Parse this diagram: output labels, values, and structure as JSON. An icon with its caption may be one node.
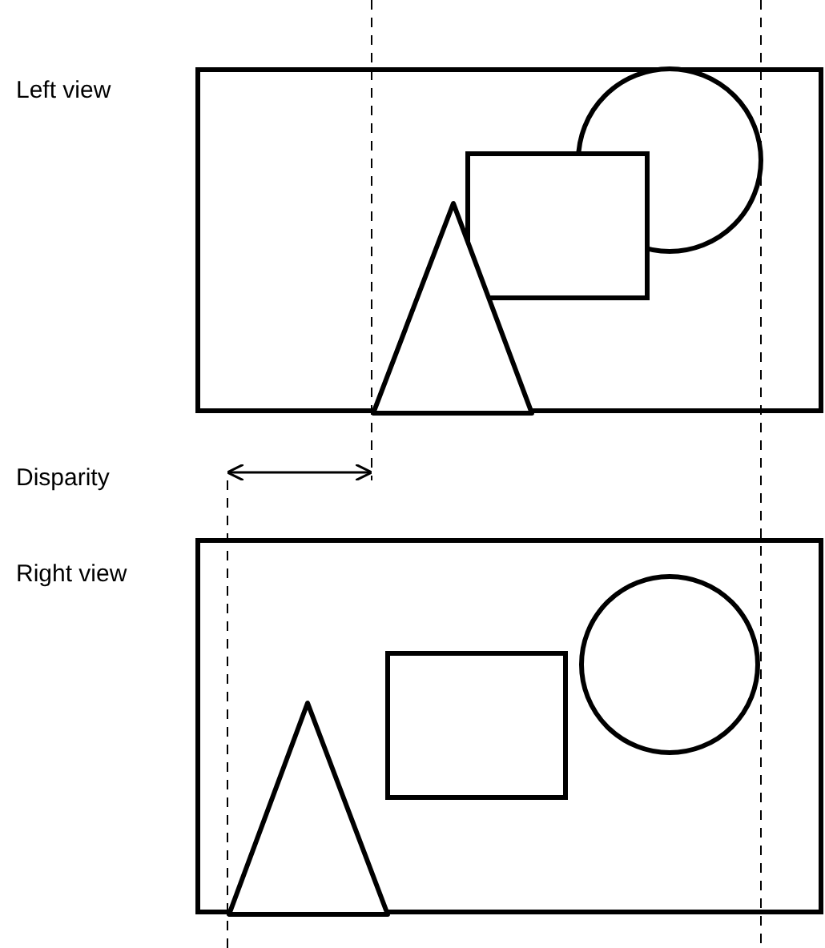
{
  "diagram": {
    "nodes": [
      {
        "text": [
          "Left view"
        ]
      },
      {
        "text": [
          "Right view"
        ]
      }
    ],
    "labels": [
      "Disparity"
    ]
  }
}
